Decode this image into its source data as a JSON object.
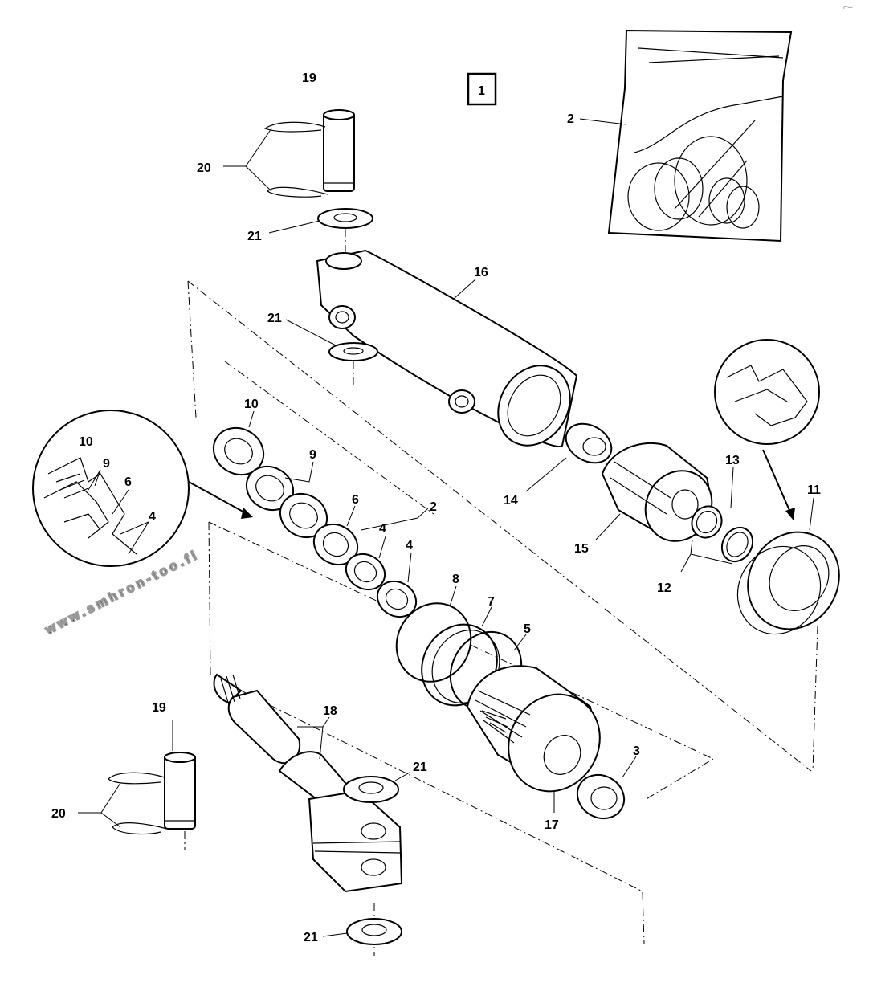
{
  "figure": {
    "index_box": "1",
    "watermark": "www.smhron-too.fi",
    "corner_mark": "⌐–"
  },
  "callouts": {
    "c2_bag": "2",
    "c2_seal": "2",
    "c3": "3",
    "c4_a": "4",
    "c4_b": "4",
    "c5": "5",
    "c6": "6",
    "c7": "7",
    "c8": "8",
    "c9": "9",
    "c10": "10",
    "c11": "11",
    "c12": "12",
    "c13": "13",
    "c14": "14",
    "c15": "15",
    "c16": "16",
    "c17": "17",
    "c18": "18",
    "c19_top": "19",
    "c19_bottom": "19",
    "c20_top": "20",
    "c20_bottom": "20",
    "c21_top": "21",
    "c21_mid": "21",
    "c21_right": "21",
    "c21_bottom": "21"
  },
  "detail_left": {
    "l10": "10",
    "l9": "9",
    "l6": "6",
    "l4": "4"
  }
}
